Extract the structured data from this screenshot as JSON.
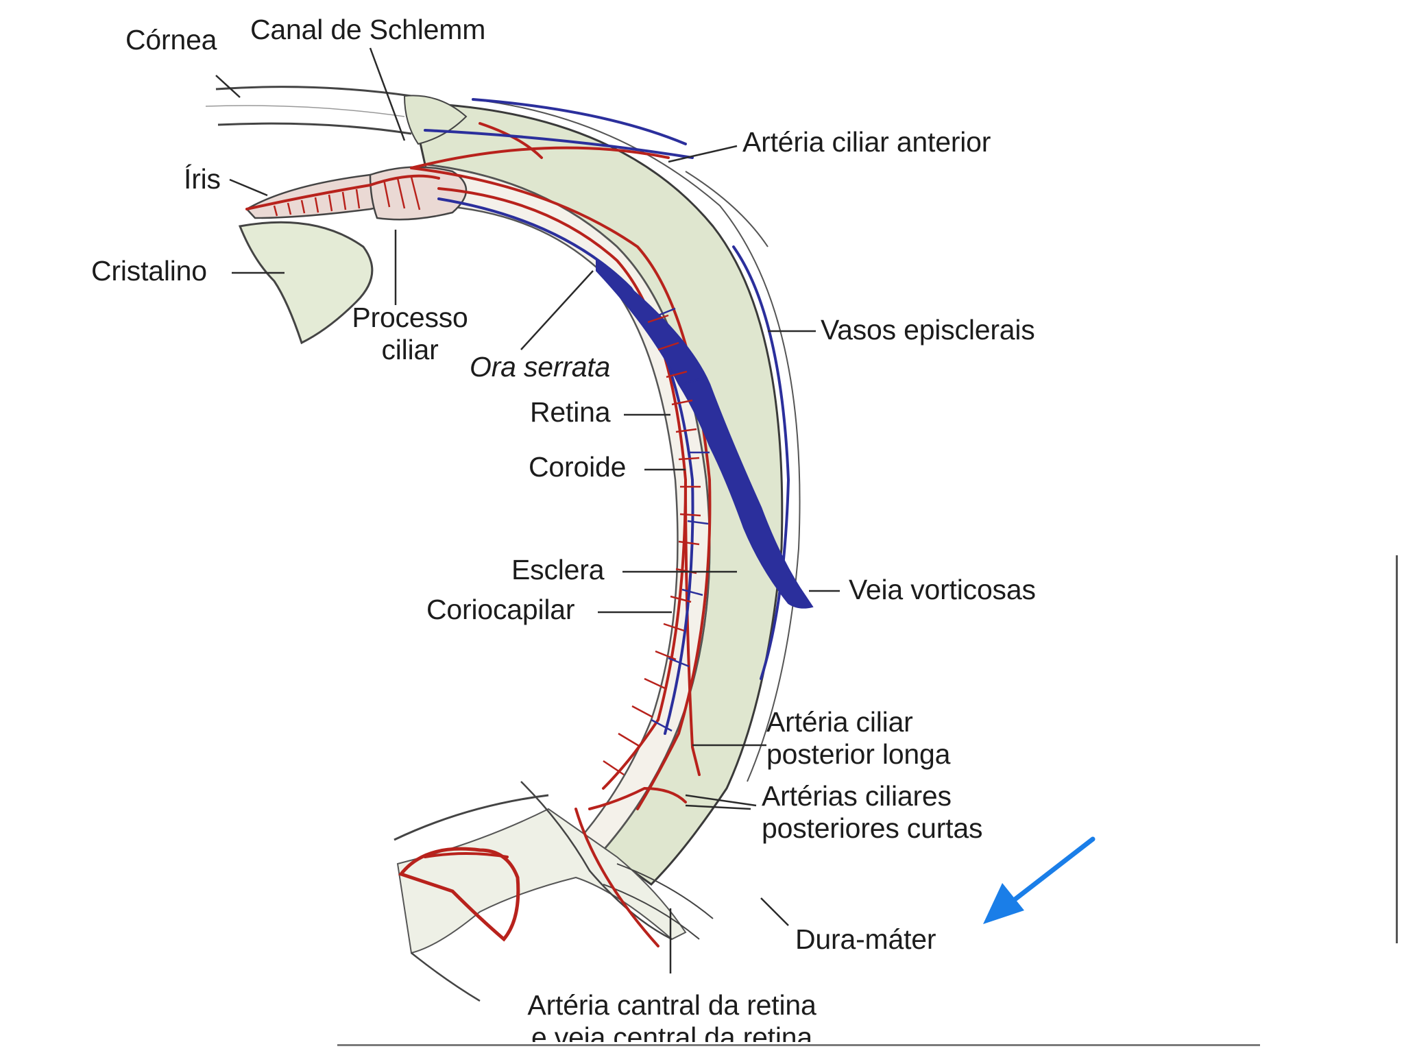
{
  "labels": {
    "cornea": "Córnea",
    "canal_schlemm": "Canal de Schlemm",
    "iris": "Íris",
    "cristalino": "Cristalino",
    "processo_ciliar_1": "Processo",
    "processo_ciliar_2": "ciliar",
    "ora_serrata": "Ora serrata",
    "retina": "Retina",
    "coroide": "Coroide",
    "esclera": "Esclera",
    "coriocapilar": "Coriocapilar",
    "arteria_ciliar_anterior": "Artéria ciliar anterior",
    "vasos_episclerais": "Vasos episclerais",
    "veia_vorticosas": "Veia vorticosas",
    "arteria_ciliar_posterior_longa_1": "Artéria ciliar",
    "arteria_ciliar_posterior_longa_2": "posterior longa",
    "arterias_ciliares_posteriores_curtas_1": "Artérias ciliares",
    "arterias_ciliares_posteriores_curtas_2": "posteriores curtas",
    "dura_mater": "Dura-máter",
    "arteria_central_1": "Artéria cantral da retina",
    "arteria_central_2": "e veia central da retina"
  },
  "colors": {
    "artery": "#b8221c",
    "vein": "#2b2f9c",
    "tissue_fill": "#dfe6cf",
    "outline": "#3a3a3a",
    "arrow": "#1a7ee8"
  },
  "icons": {
    "pointer_arrow": "arrow-pointer-icon"
  }
}
